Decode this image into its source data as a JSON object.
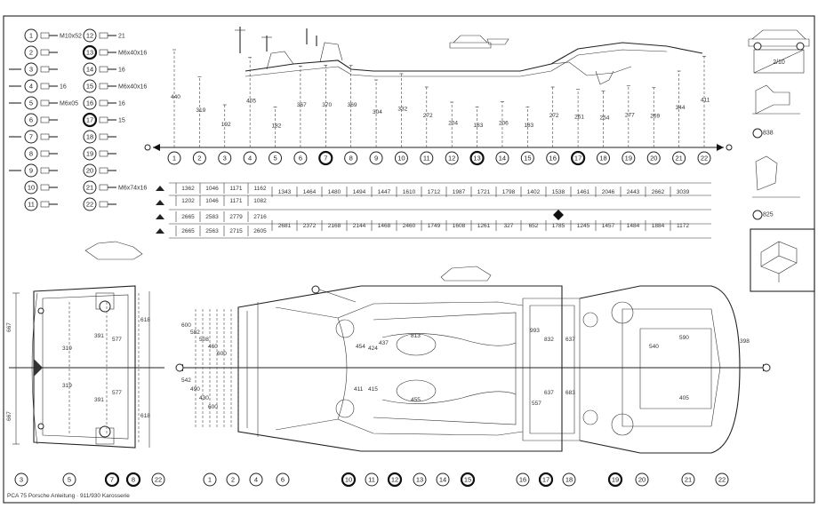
{
  "legend": {
    "items": [
      {
        "n": "1",
        "spec": "M10x52"
      },
      {
        "n": "2",
        "spec": ""
      },
      {
        "n": "3",
        "spec": ""
      },
      {
        "n": "4",
        "spec": "16"
      },
      {
        "n": "5",
        "spec": "M6x05"
      },
      {
        "n": "6",
        "spec": ""
      },
      {
        "n": "7",
        "spec": ""
      },
      {
        "n": "8",
        "spec": ""
      },
      {
        "n": "9",
        "spec": ""
      },
      {
        "n": "10",
        "spec": ""
      },
      {
        "n": "11",
        "spec": ""
      },
      {
        "n": "12",
        "spec": "21"
      },
      {
        "n": "13",
        "spec": "M6x40x16"
      },
      {
        "n": "14",
        "spec": "16"
      },
      {
        "n": "15",
        "spec": "M6x40x16"
      },
      {
        "n": "16",
        "spec": "16"
      },
      {
        "n": "17",
        "spec": "15"
      },
      {
        "n": "18",
        "spec": ""
      },
      {
        "n": "19",
        "spec": ""
      },
      {
        "n": "20",
        "spec": ""
      },
      {
        "n": "21",
        "spec": "M6x74x16"
      },
      {
        "n": "22",
        "spec": ""
      }
    ]
  },
  "side_view": {
    "points": [
      "1",
      "2",
      "3",
      "4",
      "5",
      "6",
      "7",
      "8",
      "9",
      "10",
      "11",
      "12",
      "13",
      "14",
      "15",
      "16",
      "17",
      "18",
      "19",
      "20",
      "21",
      "22"
    ],
    "heights": [
      "440",
      "319",
      "192",
      "405",
      "182",
      "367",
      "370",
      "369",
      "304",
      "332",
      "272",
      "204",
      "183",
      "206",
      "183",
      "272",
      "261",
      "254",
      "277",
      "269",
      "344",
      "411"
    ],
    "row1": [
      "1202",
      "1046",
      "1171",
      "1082",
      "1343",
      "1464",
      "1480",
      "1494",
      "1447",
      "1610",
      "1712",
      "1987",
      "1721",
      "1798",
      "1402",
      "1538",
      "1461",
      "2046",
      "2443",
      "2662",
      "3039"
    ],
    "row2": [
      "1362",
      "1046",
      "1171",
      "1162"
    ],
    "row3": [
      "2665",
      "2563",
      "2715",
      "2605",
      "2681",
      "2372",
      "2168",
      "2144",
      "1468",
      "2460",
      "1749",
      "1608",
      "1261",
      "327",
      "652",
      "1785",
      "1245",
      "1457",
      "1484",
      "1884",
      "1172"
    ],
    "row4": [
      "2665",
      "2583",
      "2779",
      "2716"
    ]
  },
  "right_panel": {
    "angle_label": "2/10",
    "value_a": "838",
    "value_b": "825"
  },
  "front_view": {
    "dims_left": [
      "667",
      "667"
    ],
    "dims_inner": [
      "319",
      "319"
    ],
    "dims_right": [
      "577",
      "577"
    ],
    "dims_far": [
      "618",
      "618"
    ],
    "dims_mid": [
      "391",
      "391"
    ],
    "callouts": [
      "3",
      "5",
      "7",
      "8",
      "22"
    ]
  },
  "bottom_view": {
    "dims_left": [
      "600",
      "582",
      "508",
      "460",
      "600",
      "542",
      "490",
      "430",
      "600"
    ],
    "dims_mid": [
      "454",
      "424",
      "411",
      "415",
      "437",
      "813",
      "455"
    ],
    "dims_right": [
      "993",
      "832",
      "637",
      "557",
      "637",
      "683"
    ],
    "dims_rear": [
      "590",
      "540",
      "405",
      "398"
    ],
    "callouts": [
      "1",
      "2",
      "4",
      "6",
      "10",
      "11",
      "12",
      "13",
      "14",
      "15",
      "16",
      "17",
      "18",
      "19",
      "20",
      "21",
      "22"
    ]
  },
  "footer": {
    "credit": "PCA 75 Porsche Anleitung · 911/930 Karosserie"
  }
}
